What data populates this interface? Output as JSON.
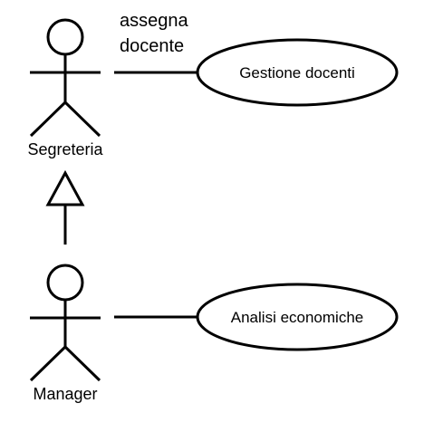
{
  "diagram": {
    "actors": {
      "segreteria": {
        "name": "Segreteria"
      },
      "manager": {
        "name": "Manager"
      }
    },
    "use_cases": {
      "gestione_docenti": {
        "name": "Gestione docenti"
      },
      "analisi_economiche": {
        "name": "Analisi economiche"
      }
    },
    "associations": {
      "segreteria_gestione": {
        "label_line1": "assegna",
        "label_line2": "docente"
      },
      "manager_analisi": {
        "label_line1": "",
        "label_line2": ""
      }
    },
    "generalization": {
      "from": "Manager",
      "to": "Segreteria"
    }
  }
}
